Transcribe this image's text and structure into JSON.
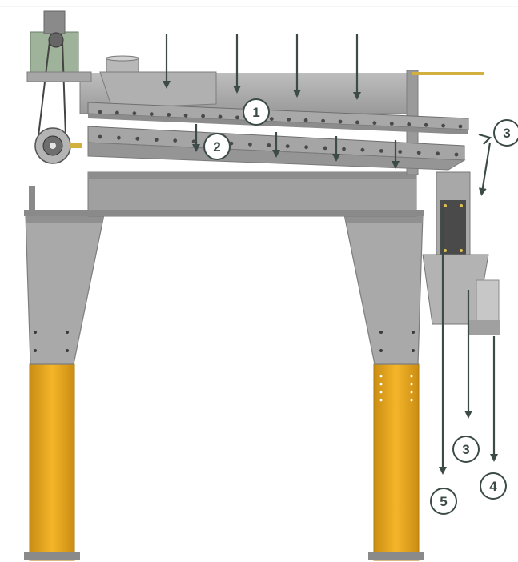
{
  "colors": {
    "arrow": "#3c4b47",
    "frame": "#a3a3a3",
    "frame_dark": "#7d7d7d",
    "frame_light": "#c4c4c4",
    "leg_yellow": "#f0ad1e",
    "leg_yellow_dark": "#c98d12",
    "motor_green": "#9eb39a",
    "callout_fill": "#ffffff",
    "callout_stroke": "#3c4b47"
  },
  "callouts": [
    {
      "id": "upper-sieve",
      "label": "1"
    },
    {
      "id": "lower-sieve",
      "label": "2"
    },
    {
      "id": "outlet-right",
      "label": "3"
    },
    {
      "id": "outlet-bottom",
      "label": "3"
    },
    {
      "id": "outlet-chute",
      "label": "4"
    },
    {
      "id": "outlet-fines",
      "label": "5"
    }
  ],
  "icons": [
    "motor-pulley-icon",
    "flow-arrow-icon"
  ]
}
